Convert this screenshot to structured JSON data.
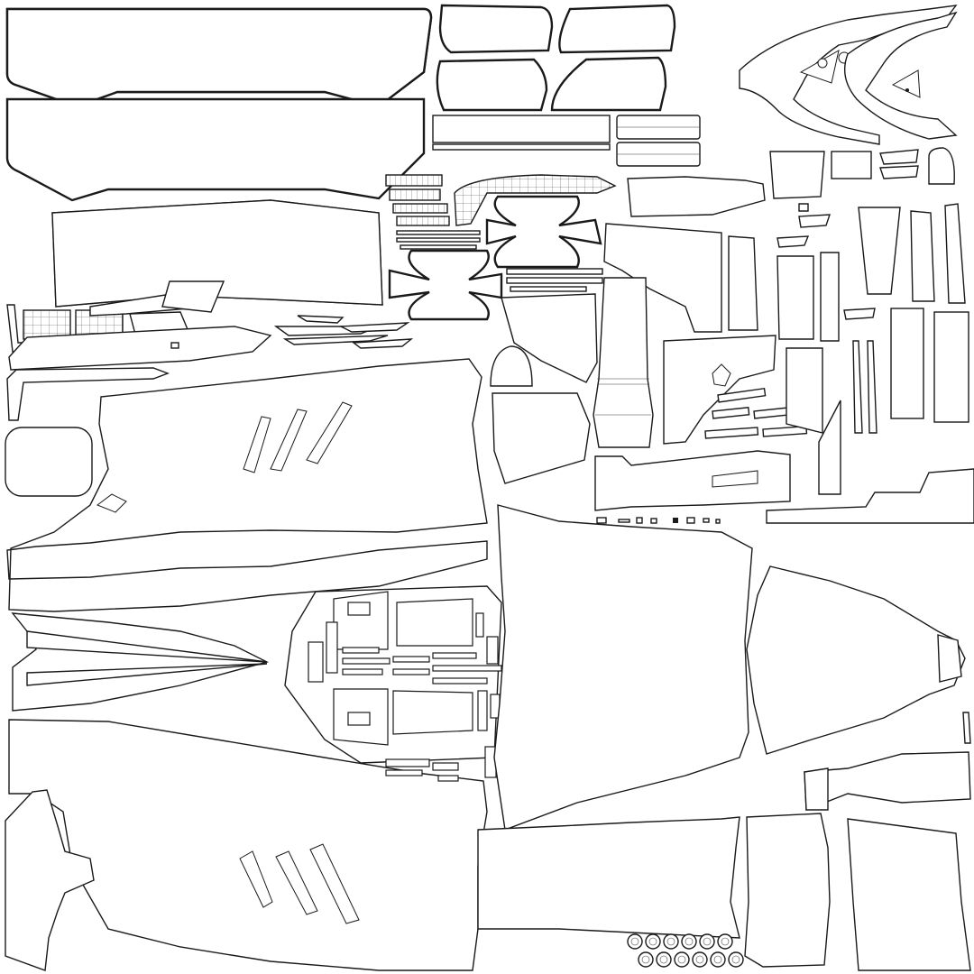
{
  "image": {
    "type": "uv-wireframe-layout",
    "background_color": "#ffffff",
    "line_color": "#1a1a1a",
    "has_text": false
  },
  "islands": [
    {
      "name": "bumper-strip-top"
    },
    {
      "name": "bumper-strip-middle"
    },
    {
      "name": "bumper-strip-lower"
    },
    {
      "name": "panel-tl-1"
    },
    {
      "name": "panel-tr-1"
    },
    {
      "name": "panel-tl-2"
    },
    {
      "name": "panel-tr-2"
    },
    {
      "name": "bar-strip-stack"
    },
    {
      "name": "rounded-rect-top"
    },
    {
      "name": "rounded-rect-bottom"
    },
    {
      "name": "curved-frame-right"
    },
    {
      "name": "small-parts-mid-upper"
    },
    {
      "name": "bowtie-part-upper"
    },
    {
      "name": "bowtie-part-lower"
    },
    {
      "name": "side-fender-flap"
    },
    {
      "name": "tall-column-center"
    },
    {
      "name": "fender-piece-mid"
    },
    {
      "name": "angular-shield"
    },
    {
      "name": "dome-small"
    },
    {
      "name": "spoiler-base-right"
    },
    {
      "name": "upright-panels-right"
    },
    {
      "name": "left-bracket-set"
    },
    {
      "name": "rounded-square-cushion"
    },
    {
      "name": "upper-body-shell"
    },
    {
      "name": "lower-body-shell"
    },
    {
      "name": "cockpit-cluster"
    },
    {
      "name": "nose-cone-right"
    },
    {
      "name": "hood-center-right"
    },
    {
      "name": "exhaust-cylinder"
    },
    {
      "name": "quad-panel-bottom-right-a"
    },
    {
      "name": "quad-panel-bottom-right-b"
    },
    {
      "name": "rear-skirt-bottom"
    },
    {
      "name": "bell-shape-left"
    },
    {
      "name": "bolt-heads-cluster"
    },
    {
      "name": "tiny-bits-row"
    }
  ]
}
